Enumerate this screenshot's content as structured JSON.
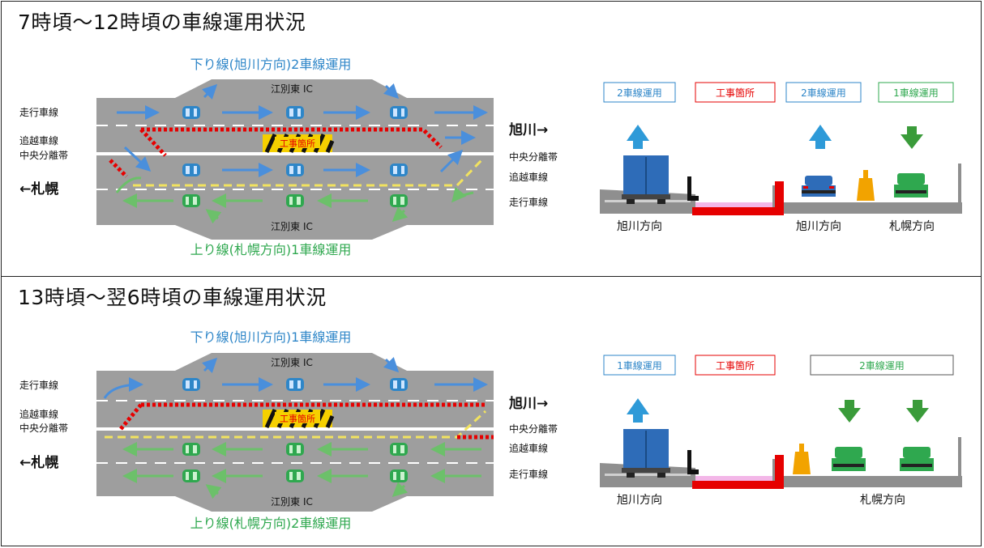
{
  "colors": {
    "down": "#2e86c8",
    "down_arrow": "#4a8fdc",
    "up": "#2fa84f",
    "up_arrow": "#6cc06a",
    "construction": "#e60000",
    "road": "#9e9e9e",
    "road_light": "#c4c4c4",
    "median": "#f2e35f"
  },
  "icons": [
    "car-blue-icon",
    "car-green-icon",
    "truck-icon",
    "arrow-up-icon",
    "arrow-down-icon",
    "cone-icon"
  ],
  "panels": [
    {
      "title": "7時頃～12時頃の車線運用状況",
      "down_label": "下り線(旭川方向)2車線運用",
      "up_label": "上り線(札幌方向)1車線運用",
      "ic_top": "江別東 IC",
      "ic_bottom": "江別東 IC",
      "left_labels": [
        "走行車線",
        "追越車線",
        "中央分離帯"
      ],
      "right_labels": [
        "中央分離帯",
        "追越車線",
        "走行車線"
      ],
      "sapporo": "←札幌",
      "asahikawa": "旭川→",
      "work_sign": "工事箇所",
      "cross_boxes": [
        "2車線運用",
        "工事箇所",
        "2車線運用",
        "1車線運用"
      ],
      "cross_bottom": [
        "旭川方向",
        "旭川方向",
        "札幌方向"
      ]
    },
    {
      "title": "13時頃～翌6時頃の車線運用状況",
      "down_label": "下り線(旭川方向)1車線運用",
      "up_label": "上り線(札幌方向)2車線運用",
      "ic_top": "江別東 IC",
      "ic_bottom": "江別東 IC",
      "left_labels": [
        "走行車線",
        "追越車線",
        "中央分離帯"
      ],
      "right_labels": [
        "中央分離帯",
        "追越車線",
        "走行車線"
      ],
      "sapporo": "←札幌",
      "asahikawa": "旭川→",
      "work_sign": "工事箇所",
      "cross_boxes": [
        "1車線運用",
        "工事箇所",
        "2車線運用"
      ],
      "cross_bottom": [
        "旭川方向",
        "札幌方向"
      ]
    }
  ]
}
